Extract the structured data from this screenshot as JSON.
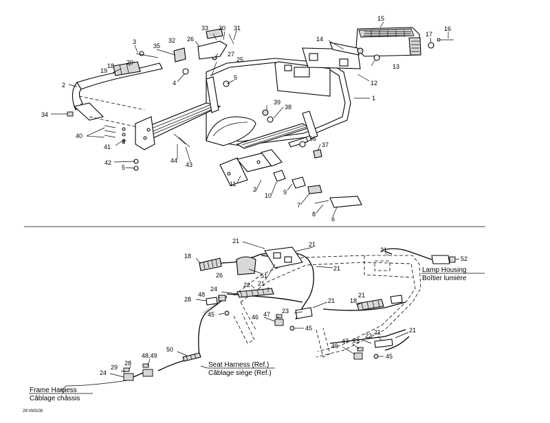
{
  "top_callouts": [
    "1",
    "2",
    "3",
    "4",
    "5",
    "6",
    "7",
    "8",
    "9",
    "10",
    "11",
    "12",
    "13",
    "14",
    "15",
    "16",
    "17",
    "18",
    "19",
    "20",
    "25",
    "26",
    "27",
    "30",
    "31",
    "32",
    "33",
    "34",
    "35",
    "36",
    "37",
    "38",
    "39",
    "40",
    "41",
    "42",
    "43",
    "44"
  ],
  "top_callouts_extra": [
    "2",
    "4",
    "5"
  ],
  "bottom_callouts": [
    "18",
    "21",
    "21",
    "21",
    "21",
    "21",
    "21",
    "26",
    "51",
    "52",
    "24",
    "22",
    "21",
    "28",
    "48",
    "45",
    "46",
    "47",
    "23",
    "45",
    "18",
    "22",
    "21",
    "21",
    "23",
    "46",
    "47",
    "45",
    "50",
    "48,49",
    "28",
    "29",
    "24"
  ],
  "captions": {
    "lamp_housing": "Lamp Housing",
    "boitier_lumiere": "Boîtier lumière",
    "seat_harness": "Seat Harness (Ref.)",
    "cablage_siege": "Câblage siège (Ref.)",
    "frame_harness": "Frame Harness",
    "cablage_chassis": "Câblage châssis"
  },
  "figure_code": "29:Vb0108",
  "colors": {
    "line": "#000000",
    "background": "#ffffff",
    "part_fill": "#d8d8d8"
  }
}
